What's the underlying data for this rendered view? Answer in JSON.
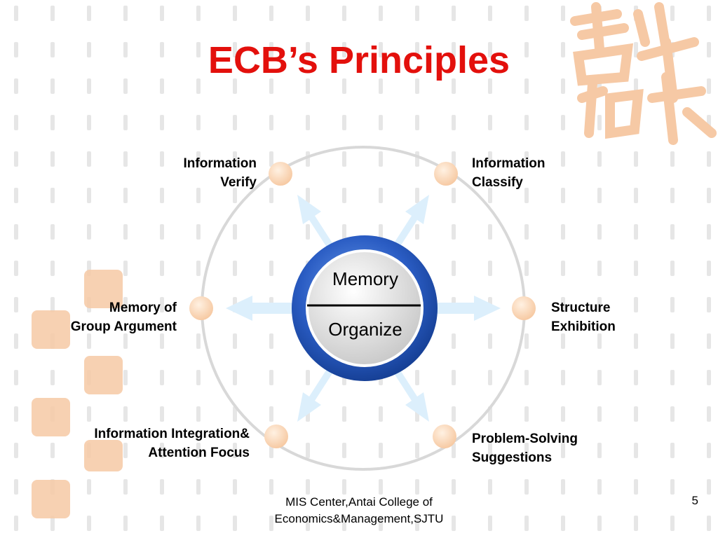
{
  "slide": {
    "title": "ECB’s Principles",
    "page_number": "5",
    "footer": {
      "line1": "MIS Center,Antai College of",
      "line2": "Economics&Management,SJTU"
    }
  },
  "diagram": {
    "center": {
      "top": "Memory",
      "bottom": "Organize"
    },
    "nodes": {
      "top_left": {
        "line1": "Information",
        "line2": "Verify"
      },
      "top_right": {
        "line1": "Information",
        "line2": "Classify"
      },
      "left": {
        "line1": "Memory of",
        "line2": "Group Argument"
      },
      "right": {
        "line1": "Structure",
        "line2": "Exhibition"
      },
      "bottom_left": {
        "line1": "Information Integration&",
        "line2": "Attention Focus"
      },
      "bottom_right": {
        "line1": "Problem-Solving",
        "line2": "Suggestions"
      }
    }
  },
  "colors": {
    "title": "#e3100c",
    "ring": "#d8d8d8",
    "node": "#fbd9b8",
    "arrow": "#dceffc",
    "hub_outer": "#1f4fb0",
    "hub_inner": "#dcdcdc"
  }
}
